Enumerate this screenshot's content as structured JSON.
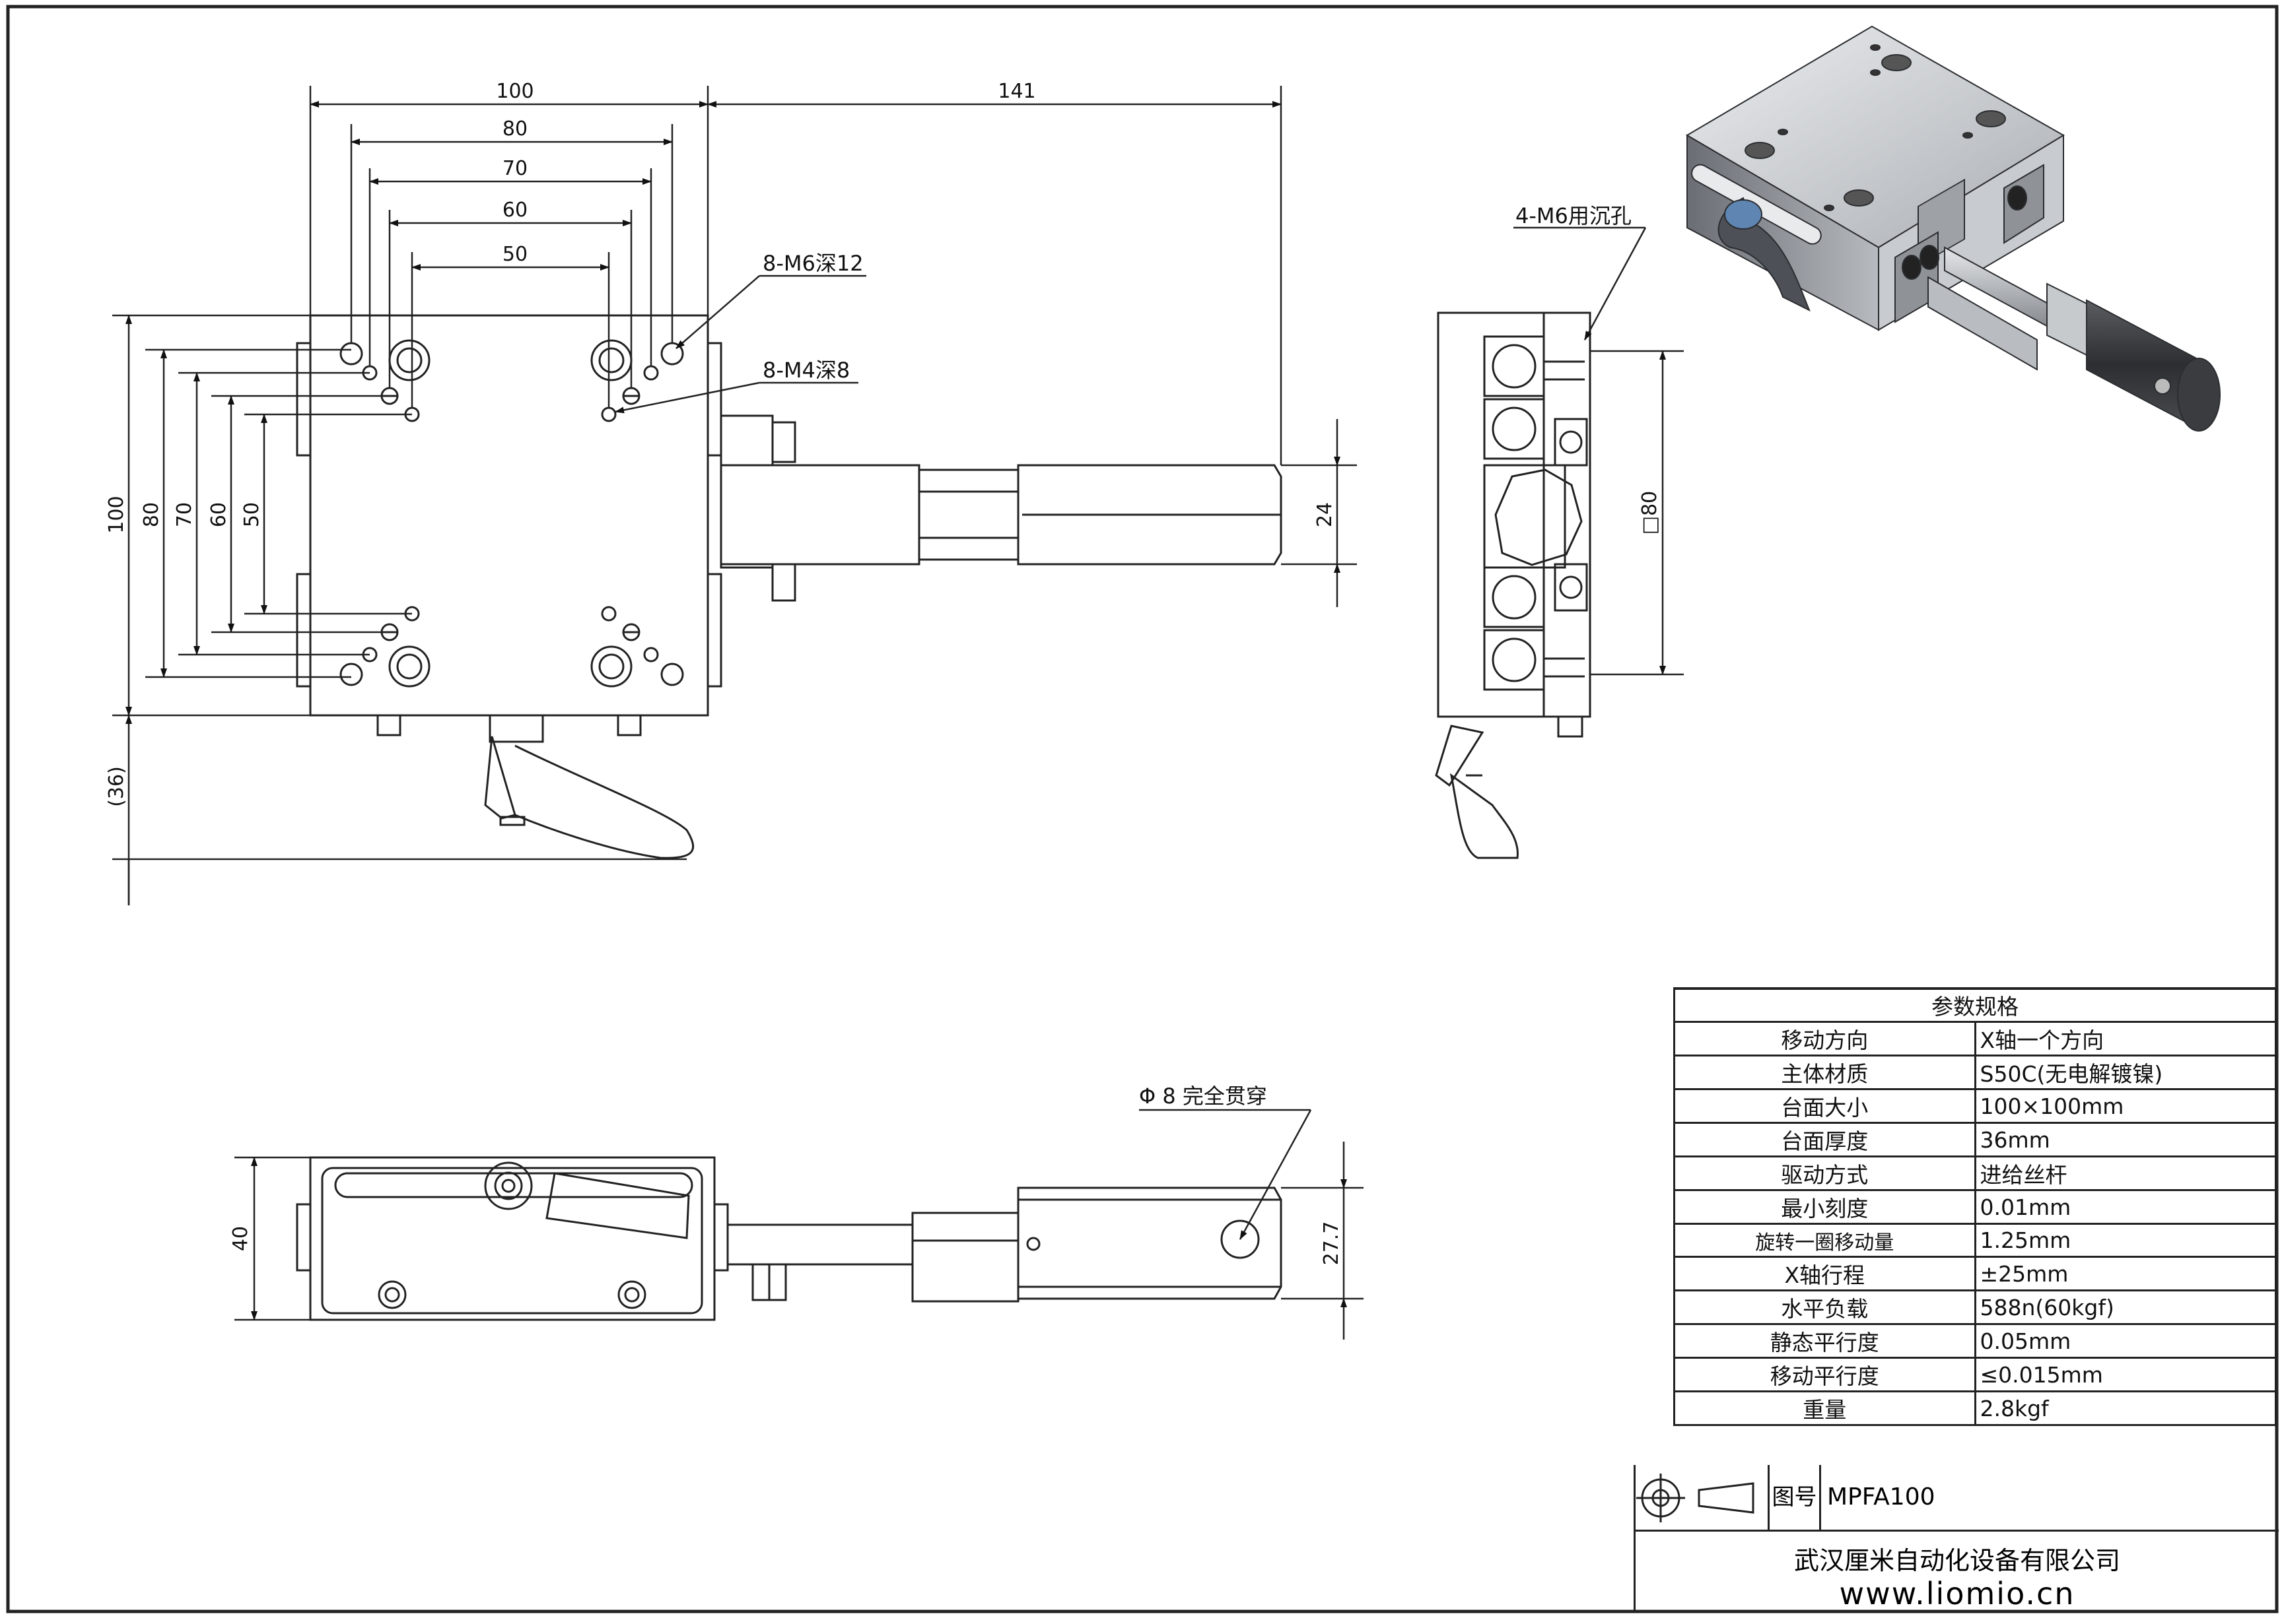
{
  "top_view": {
    "dims_horizontal": [
      "100",
      "80",
      "70",
      "60",
      "50"
    ],
    "dim_handle": "141",
    "dims_vertical": [
      "100",
      "80",
      "70",
      "60",
      "50"
    ],
    "dim_handle_height": "(36)",
    "dim_shaft": "24",
    "callout_m6": "8-M6深12",
    "callout_m4": "8-M4深8"
  },
  "side_view": {
    "callout_counterbore": "4-M6用沉孔",
    "dim_square": "□80"
  },
  "front_view": {
    "dim_height": "40",
    "dim_hex": "27.7",
    "callout_bore": "Φ 8 完全贯穿"
  },
  "spec_table": {
    "title": "参数规格",
    "rows": [
      {
        "key": "移动方向",
        "value": "X轴一个方向"
      },
      {
        "key": "主体材质",
        "value": "S50C(无电解镀镍)"
      },
      {
        "key": "台面大小",
        "value": "100×100mm"
      },
      {
        "key": "台面厚度",
        "value": "36mm"
      },
      {
        "key": "驱动方式",
        "value": "进给丝杆"
      },
      {
        "key": "最小刻度",
        "value": "0.01mm"
      },
      {
        "key": "旋转一圈移动量",
        "value": "1.25mm"
      },
      {
        "key": "X轴行程",
        "value": "±25mm"
      },
      {
        "key": "水平负载",
        "value": "588n(60kgf)"
      },
      {
        "key": "静态平行度",
        "value": "0.05mm"
      },
      {
        "key": "移动平行度",
        "value": "≤0.015mm"
      },
      {
        "key": "重量",
        "value": "2.8kgf"
      }
    ]
  },
  "title_block": {
    "drawing_no_label": "图号",
    "drawing_no": "MPFA100",
    "company": "武汉厘米自动化设备有限公司",
    "website": "www.liomio.cn",
    "projection_symbol_icon": "first-angle-projection-icon"
  }
}
